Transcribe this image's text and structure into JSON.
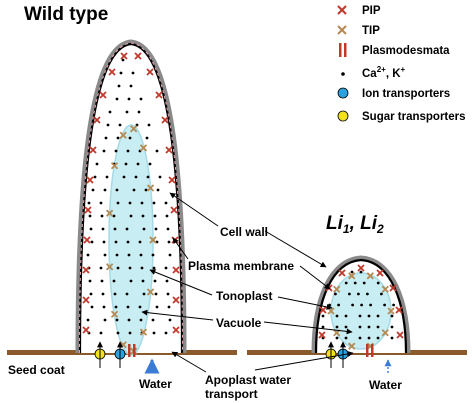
{
  "titles": {
    "wild_type": "Wild type",
    "mutant_a": "Li",
    "mutant_a_sub": "1",
    "mutant_sep": ", ",
    "mutant_b": "Li",
    "mutant_b_sub": "2"
  },
  "legend": [
    {
      "key": "pip",
      "label": "PIP",
      "icon": "cross-icon",
      "color": "#c0392b"
    },
    {
      "key": "tip",
      "label": "TIP",
      "icon": "cross-icon",
      "color": "#b58a54"
    },
    {
      "key": "plasmodesmata",
      "label": "Plasmodesmata",
      "icon": "double-bar-icon",
      "color": "#c0392b"
    },
    {
      "key": "ions",
      "label": "Ca",
      "sup1": "2+",
      "mid": ", K",
      "sup2": "+",
      "icon": "dot-icon",
      "color": "#000000"
    },
    {
      "key": "ion_transporters",
      "label": "Ion transporters",
      "icon": "circle-icon",
      "color": "#29a3e0"
    },
    {
      "key": "sugar_transporters",
      "label": "Sugar transporters",
      "icon": "circle-icon",
      "color": "#f2e21c"
    }
  ],
  "labels": {
    "cell_wall": "Cell wall",
    "plasma_membrane": "Plasma membrane",
    "tonoplast": "Tonoplast",
    "vacuole": "Vacuole",
    "seed_coat": "Seed coat",
    "water_left": "Water",
    "water_right": "Water",
    "apoplast_line1": "Apoplast water",
    "apoplast_line2": "transport"
  },
  "colors": {
    "cell_wall": "#8a8a8a",
    "membrane": "#000000",
    "vacuole_fill": "#c8eef4",
    "vacuole_stroke": "#a6dbe6",
    "seed_coat": "#8b5a2b",
    "water_arrow": "#3a7bd5",
    "plasmodesmata": "#c0392b"
  }
}
